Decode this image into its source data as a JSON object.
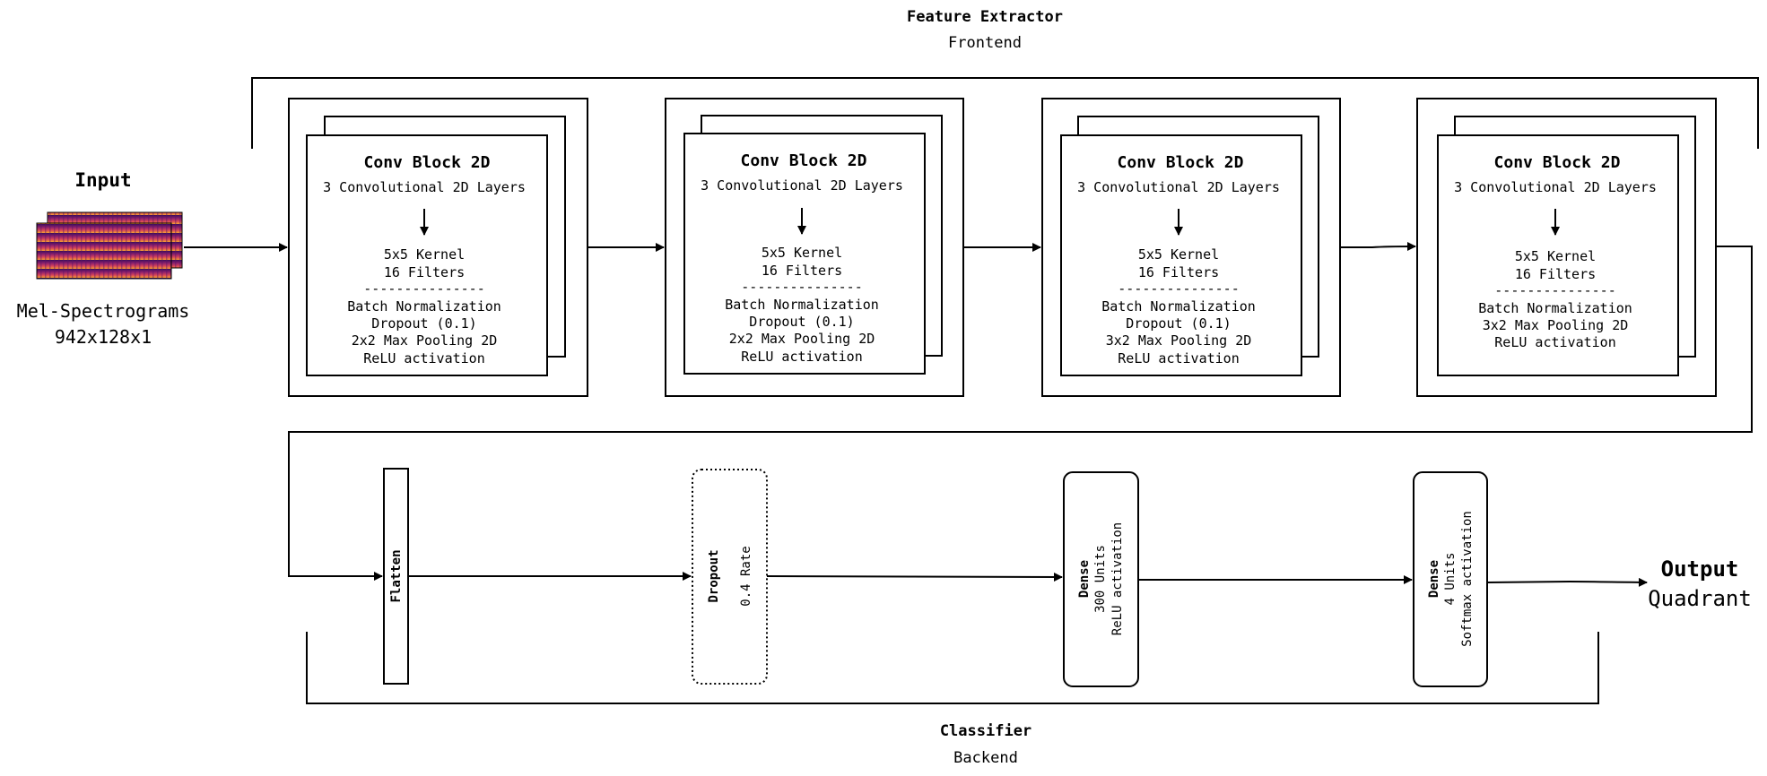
{
  "frontend": {
    "title": "Feature Extractor",
    "subtitle": "Frontend"
  },
  "backend": {
    "title": "Classifier",
    "subtitle": "Backend"
  },
  "input": {
    "title": "Input",
    "name": "Mel-Spectrograms",
    "shape": "942x128x1"
  },
  "output": {
    "title": "Output",
    "name": "Quadrant"
  },
  "conv_blocks": [
    {
      "title": "Conv Block 2D",
      "layers": "3 Convolutional 2D Layers",
      "kernel": "5x5 Kernel",
      "filters": "16 Filters",
      "separator": "---------------",
      "details": [
        "Batch Normalization",
        "Dropout (0.1)",
        "2x2 Max Pooling 2D",
        "ReLU activation"
      ]
    },
    {
      "title": "Conv Block 2D",
      "layers": "3 Convolutional 2D Layers",
      "kernel": "5x5 Kernel",
      "filters": "16 Filters",
      "separator": "---------------",
      "details": [
        "Batch Normalization",
        "Dropout (0.1)",
        "2x2 Max Pooling 2D",
        "ReLU activation"
      ]
    },
    {
      "title": "Conv Block 2D",
      "layers": "3 Convolutional 2D Layers",
      "kernel": "5x5 Kernel",
      "filters": "16 Filters",
      "separator": "---------------",
      "details": [
        "Batch Normalization",
        "Dropout (0.1)",
        "3x2 Max Pooling 2D",
        "ReLU activation"
      ]
    },
    {
      "title": "Conv Block 2D",
      "layers": "3 Convolutional 2D Layers",
      "kernel": "5x5 Kernel",
      "filters": "16 Filters",
      "separator": "---------------",
      "details": [
        "Batch Normalization",
        "3x2 Max Pooling 2D",
        "ReLU activation"
      ]
    }
  ],
  "flatten": {
    "label": "Flatten"
  },
  "dropout": {
    "label": "Dropout",
    "rate": "0.4 Rate"
  },
  "dense1": {
    "label": "Dense",
    "units": "300 Units",
    "activation": "ReLU activation"
  },
  "dense2": {
    "label": "Dense",
    "units": "4 Units",
    "activation": "Softmax activation"
  },
  "colors": {
    "stroke": "#000000",
    "background": "#ffffff",
    "spectrogram_low": "#f0a030",
    "spectrogram_mid": "#c0306a",
    "spectrogram_high": "#3a0c5a"
  }
}
